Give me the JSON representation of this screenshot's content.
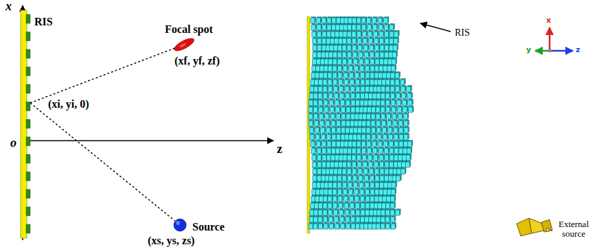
{
  "diagram": {
    "nodes": [
      {
        "text": [
          "RIS",
          "(xi, yi, 0)"
        ]
      },
      {
        "text": [
          "Focal spot",
          "(xf, yf, zf)"
        ]
      },
      {
        "text": [
          "Source",
          "(xs, ys, zs)"
        ]
      }
    ],
    "edges": [
      {
        "from": 0,
        "to": 1,
        "arrow": "none"
      },
      {
        "from": 0,
        "to": 2,
        "arrow": "none"
      }
    ],
    "labels": [
      "x",
      "o",
      "z",
      "RIS",
      "x",
      "y",
      "z",
      "External source"
    ]
  }
}
